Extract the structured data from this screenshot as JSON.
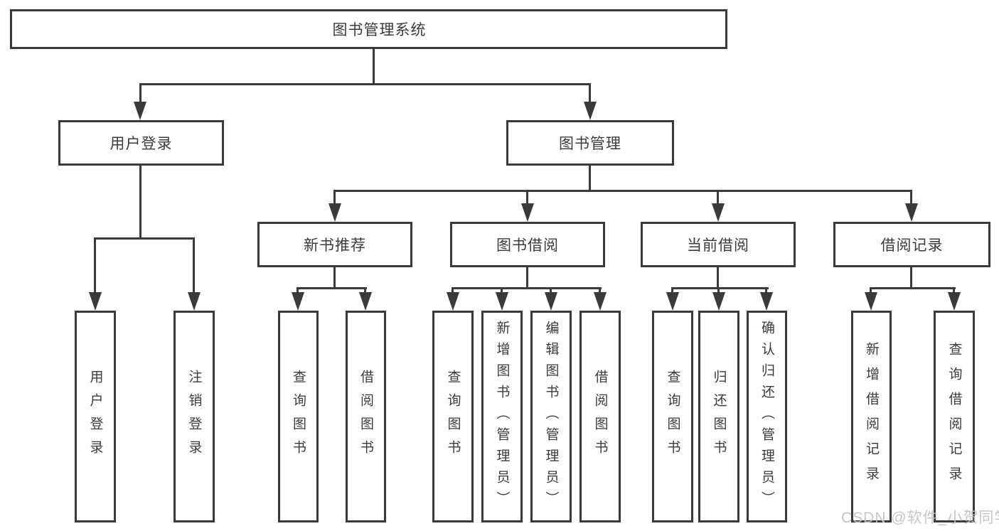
{
  "colors": {
    "line": "#3a3a3a",
    "text": "#3b3b3b",
    "background": "#ffffff",
    "watermark": "#c1c1c1"
  },
  "watermark": {
    "text": "CSDN @软件_小贺同学"
  },
  "tree": {
    "root": "图书管理系统",
    "branches": [
      {
        "label": "用户登录",
        "children": [
          "用户登录",
          "注销登录"
        ]
      },
      {
        "label": "图书管理",
        "sections": [
          {
            "label": "新书推荐",
            "children": [
              "查询图书",
              "借阅图书"
            ]
          },
          {
            "label": "图书借阅",
            "children": [
              "查询图书",
              "新增图书（管理员）",
              "编辑图书（管理员）",
              "借阅图书"
            ]
          },
          {
            "label": "当前借阅",
            "children": [
              "查询图书",
              "归还图书",
              "确认归还（管理员）"
            ]
          },
          {
            "label": "借阅记录",
            "children": [
              "新增借阅记录",
              "查询借阅记录"
            ]
          }
        ]
      }
    ]
  }
}
